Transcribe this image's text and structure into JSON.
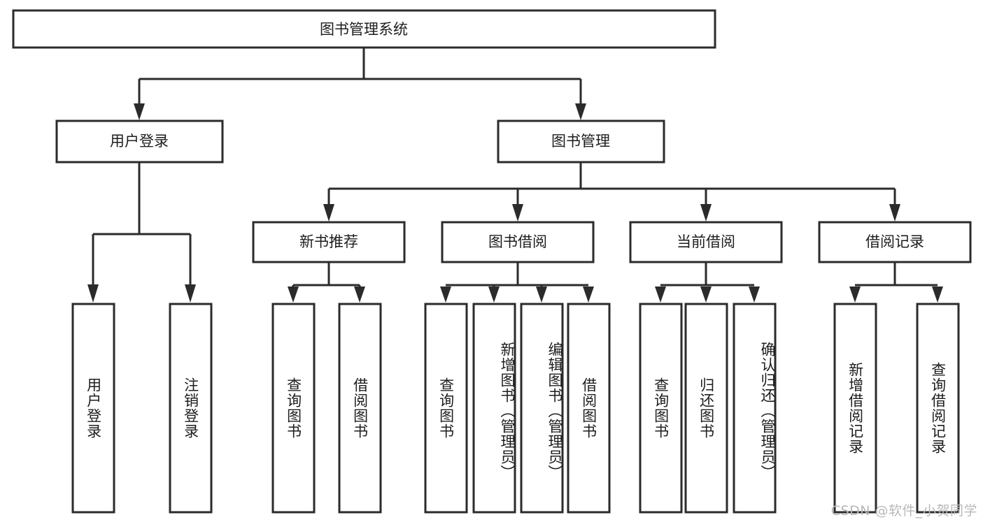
{
  "diagram": {
    "title": "图书管理系统",
    "type": "tree",
    "orientation": "top-down",
    "colors": {
      "box_fill": "#ffffff",
      "box_stroke": "#2b2b2b",
      "connector": "#2b2b2b",
      "text": "#1d1d1d",
      "watermark": "#b9b9b9",
      "background": "#ffffff"
    }
  },
  "root": {
    "label": "图书管理系统"
  },
  "level2": [
    {
      "label": "用户登录"
    },
    {
      "label": "图书管理"
    }
  ],
  "level3": [
    {
      "label": "新书推荐"
    },
    {
      "label": "图书借阅"
    },
    {
      "label": "当前借阅"
    },
    {
      "label": "借阅记录"
    }
  ],
  "leaves": {
    "user_login": [
      {
        "label": "用户登录",
        "align": "mid"
      },
      {
        "label": "注销登录",
        "align": "mid"
      }
    ],
    "new_book_recommend": [
      {
        "label": "查询图书",
        "align": "mid"
      },
      {
        "label": "借阅图书",
        "align": "mid"
      }
    ],
    "book_borrow": [
      {
        "label": "查询图书",
        "align": "mid"
      },
      {
        "label": "新增图书（管理员）",
        "align": "top"
      },
      {
        "label": "编辑图书（管理员）",
        "align": "top"
      },
      {
        "label": "借阅图书",
        "align": "mid"
      }
    ],
    "current_borrow": [
      {
        "label": "查询图书",
        "align": "mid"
      },
      {
        "label": "归还图书",
        "align": "mid"
      },
      {
        "label": "确认归还（管理员）",
        "align": "top"
      }
    ],
    "borrow_record": [
      {
        "label": "新增借阅记录",
        "align": "mid"
      },
      {
        "label": "查询借阅记录",
        "align": "mid"
      }
    ]
  },
  "watermark": {
    "text": "CSDN @软件_小贺同学"
  }
}
